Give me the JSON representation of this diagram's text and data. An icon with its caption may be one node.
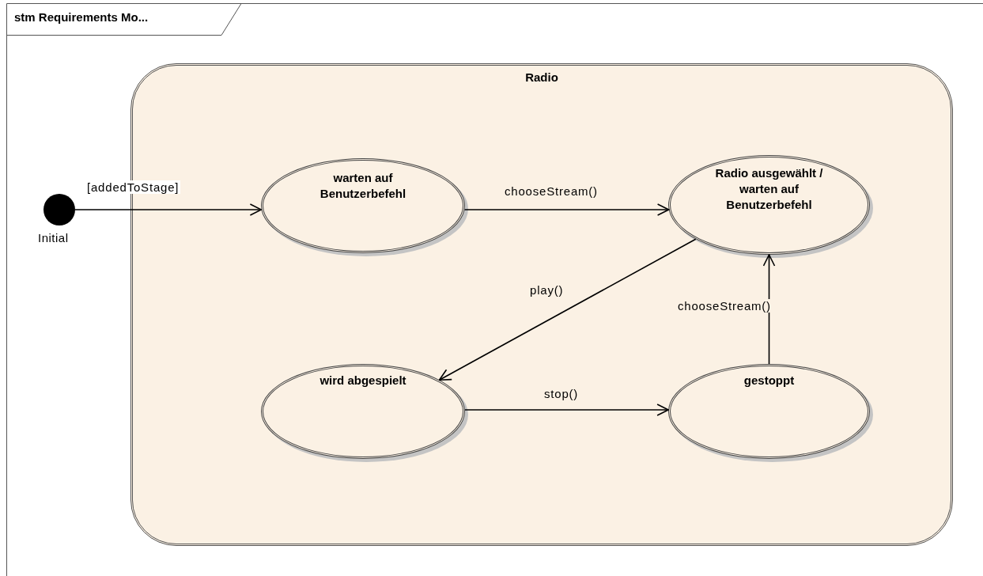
{
  "diagram": {
    "title": "stm Requirements Mo...",
    "nodes": [
      {
        "text": [
          "Radio"
        ]
      },
      {
        "text": [],
        "shape": "circle",
        "beside": [
          "Initial"
        ]
      },
      {
        "text": [
          "warten auf Benutzerbefehl"
        ],
        "in": 0
      },
      {
        "text": [
          "Radio ausgewählt / warten auf Benutzerbefehl"
        ],
        "in": 0
      },
      {
        "text": [
          "wird abgespielt"
        ],
        "in": 0
      },
      {
        "text": [
          "gestoppt"
        ],
        "in": 0
      }
    ],
    "edges": [
      {
        "from": 1,
        "to": 2,
        "arrow": "to",
        "label": "[addedToStage]"
      },
      {
        "from": 2,
        "to": 3,
        "arrow": "to",
        "label": "chooseStream()"
      },
      {
        "from": 3,
        "to": 4,
        "arrow": "to",
        "label": "play()"
      },
      {
        "from": 4,
        "to": 5,
        "arrow": "to",
        "label": "stop()"
      },
      {
        "from": 5,
        "to": 3,
        "arrow": "to",
        "label": "chooseStream()"
      }
    ]
  }
}
